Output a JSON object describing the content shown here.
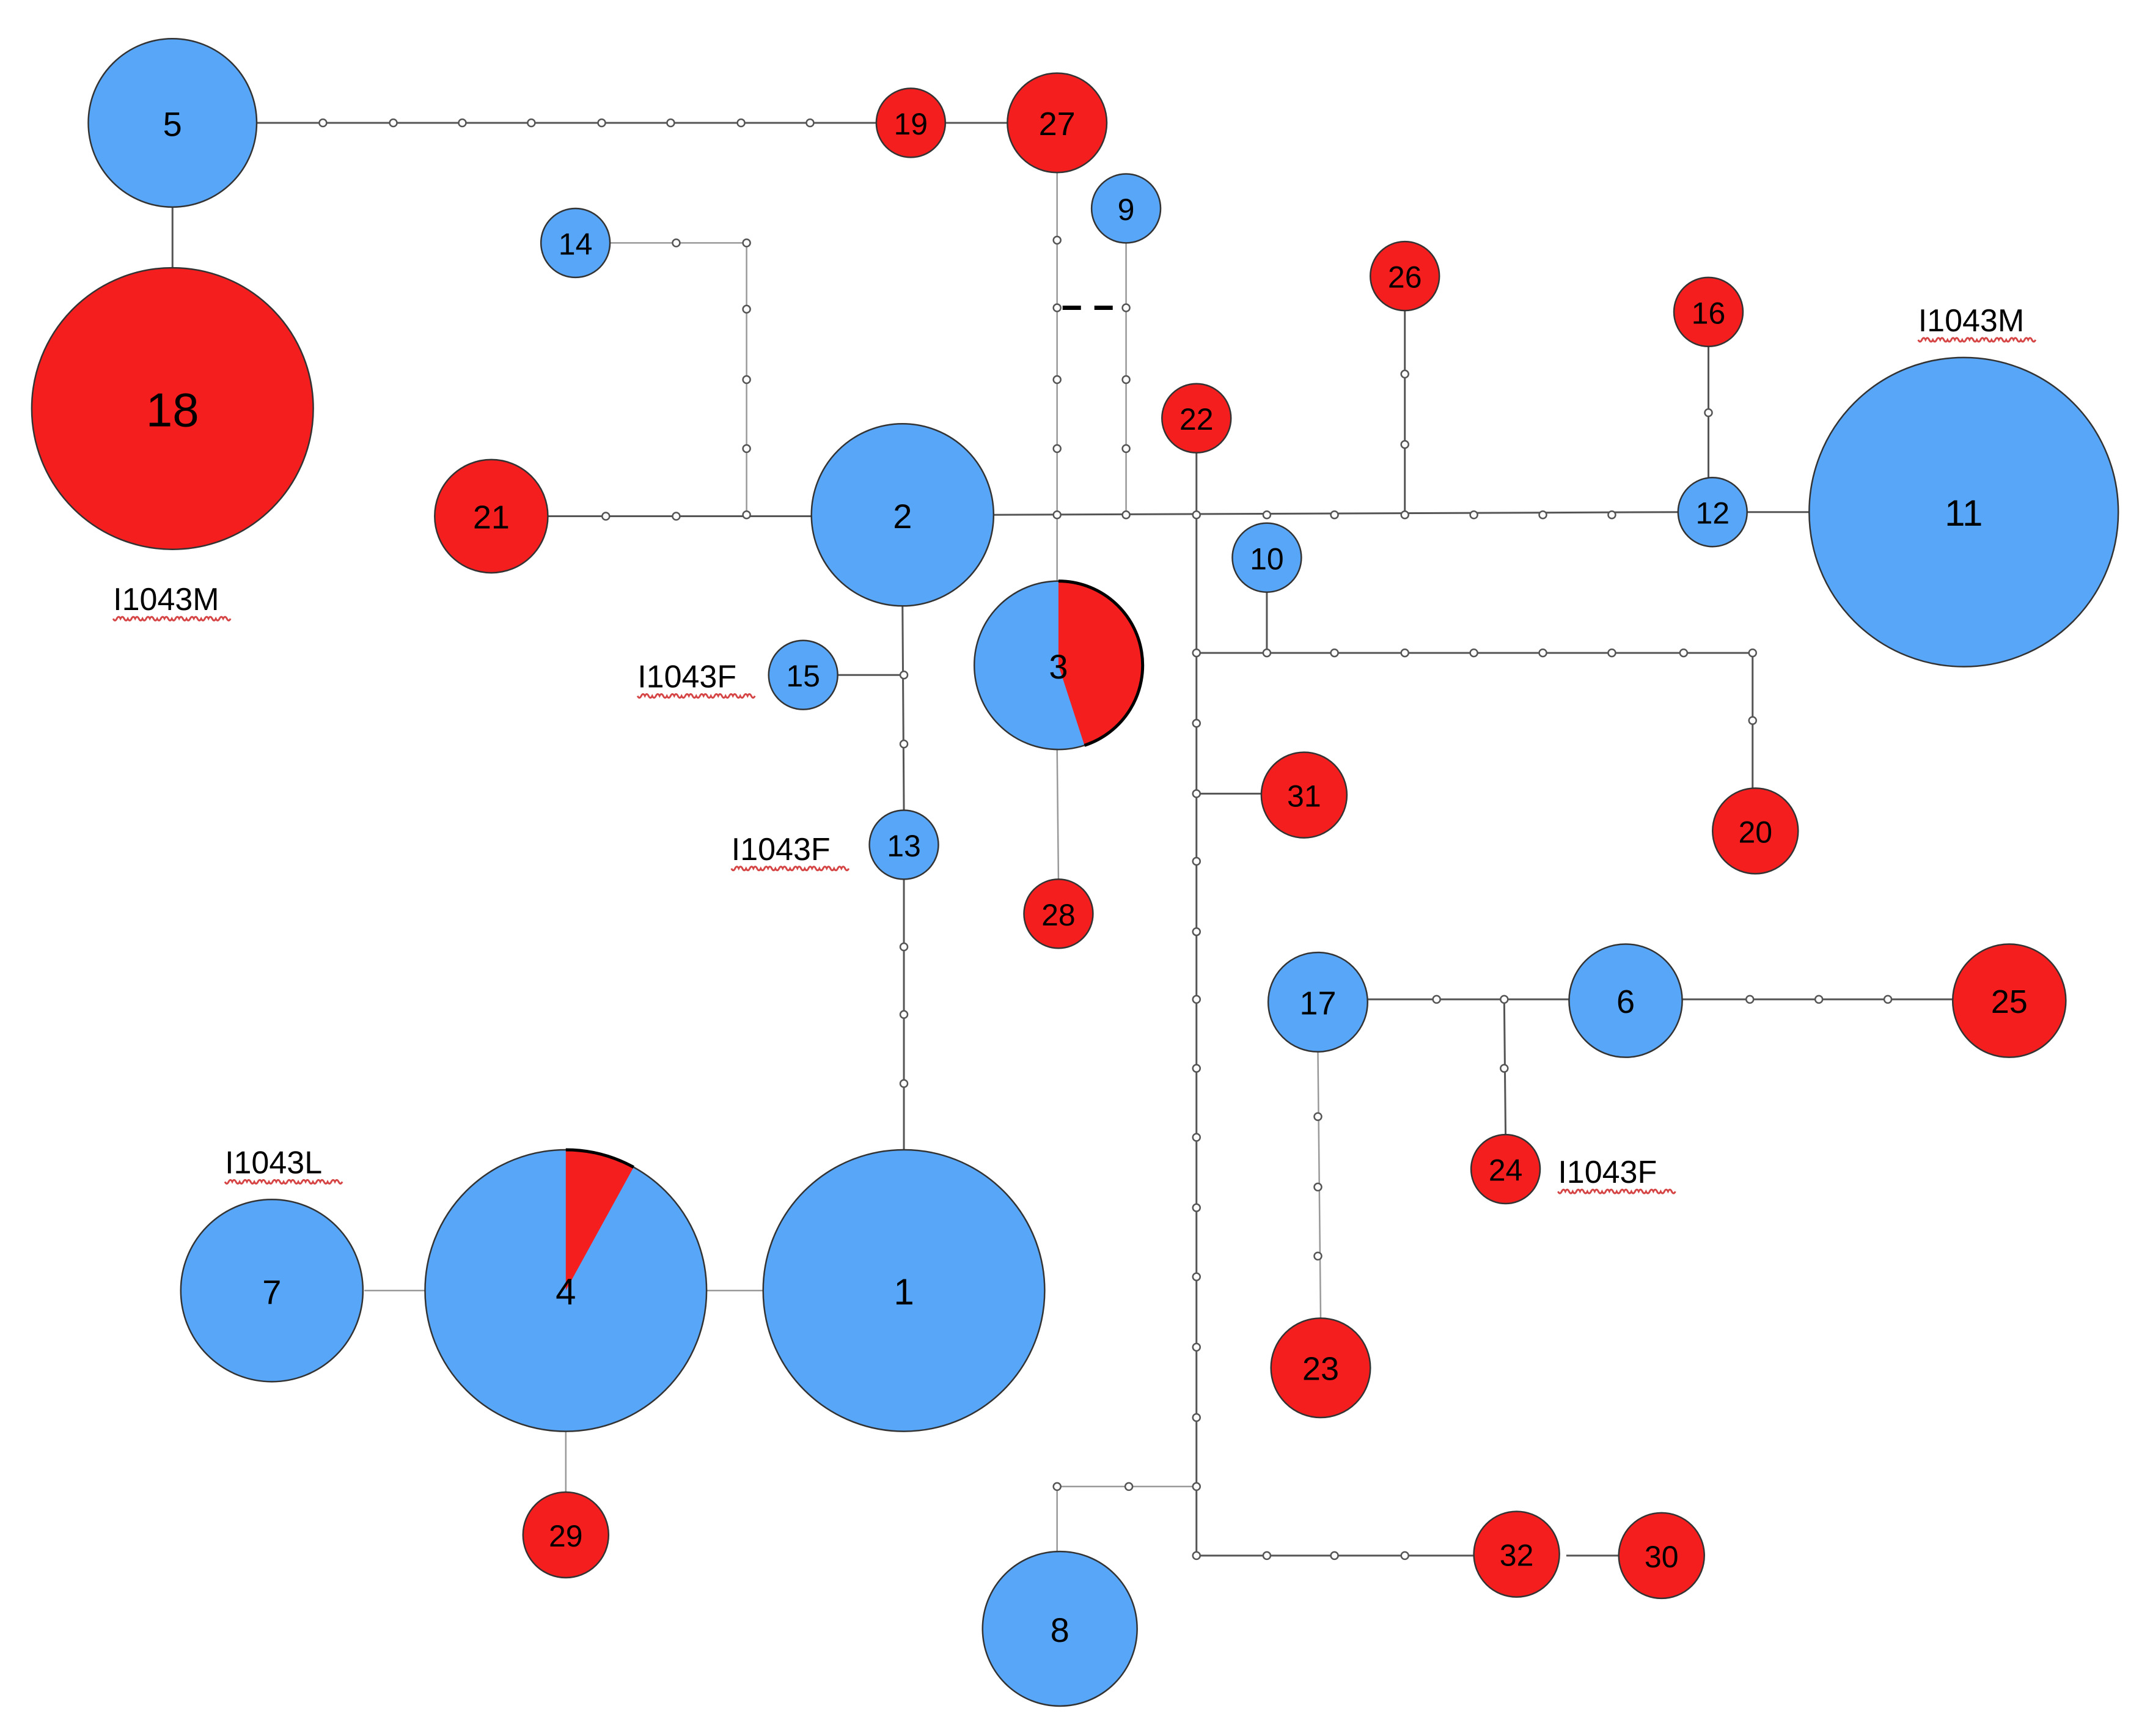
{
  "colors": {
    "blue": "#58a6f7",
    "red": "#f51e1e"
  },
  "nodes": [
    {
      "id": "1",
      "label": "1",
      "color": "blue"
    },
    {
      "id": "2",
      "label": "2",
      "color": "blue"
    },
    {
      "id": "3",
      "label": "3",
      "color": "pie",
      "red_fraction": 0.45
    },
    {
      "id": "4",
      "label": "4",
      "color": "pie",
      "red_fraction": 0.08
    },
    {
      "id": "5",
      "label": "5",
      "color": "blue"
    },
    {
      "id": "6",
      "label": "6",
      "color": "blue"
    },
    {
      "id": "7",
      "label": "7",
      "color": "blue"
    },
    {
      "id": "8",
      "label": "8",
      "color": "blue"
    },
    {
      "id": "9",
      "label": "9",
      "color": "blue"
    },
    {
      "id": "10",
      "label": "10",
      "color": "blue"
    },
    {
      "id": "11",
      "label": "11",
      "color": "blue"
    },
    {
      "id": "12",
      "label": "12",
      "color": "blue"
    },
    {
      "id": "13",
      "label": "13",
      "color": "blue"
    },
    {
      "id": "14",
      "label": "14",
      "color": "blue"
    },
    {
      "id": "15",
      "label": "15",
      "color": "blue"
    },
    {
      "id": "16",
      "label": "16",
      "color": "red"
    },
    {
      "id": "17",
      "label": "17",
      "color": "blue"
    },
    {
      "id": "18",
      "label": "18",
      "color": "red"
    },
    {
      "id": "19",
      "label": "19",
      "color": "red"
    },
    {
      "id": "20",
      "label": "20",
      "color": "red"
    },
    {
      "id": "21",
      "label": "21",
      "color": "red"
    },
    {
      "id": "22",
      "label": "22",
      "color": "red"
    },
    {
      "id": "23",
      "label": "23",
      "color": "red"
    },
    {
      "id": "24",
      "label": "24",
      "color": "red"
    },
    {
      "id": "25",
      "label": "25",
      "color": "red"
    },
    {
      "id": "26",
      "label": "26",
      "color": "red"
    },
    {
      "id": "27",
      "label": "27",
      "color": "red"
    },
    {
      "id": "28",
      "label": "28",
      "color": "red"
    },
    {
      "id": "29",
      "label": "29",
      "color": "red"
    },
    {
      "id": "30",
      "label": "30",
      "color": "red"
    },
    {
      "id": "31",
      "label": "31",
      "color": "red"
    },
    {
      "id": "32",
      "label": "32",
      "color": "red"
    }
  ],
  "annotations": [
    {
      "id": "ann-18",
      "text": "I1043M",
      "node": "18"
    },
    {
      "id": "ann-11",
      "text": "I1043M",
      "node": "11"
    },
    {
      "id": "ann-15",
      "text": "I1043F",
      "node": "15"
    },
    {
      "id": "ann-13",
      "text": "I1043F",
      "node": "13"
    },
    {
      "id": "ann-7",
      "text": "I1043L",
      "node": "7"
    },
    {
      "id": "ann-24",
      "text": "I1043F",
      "node": "24"
    }
  ]
}
